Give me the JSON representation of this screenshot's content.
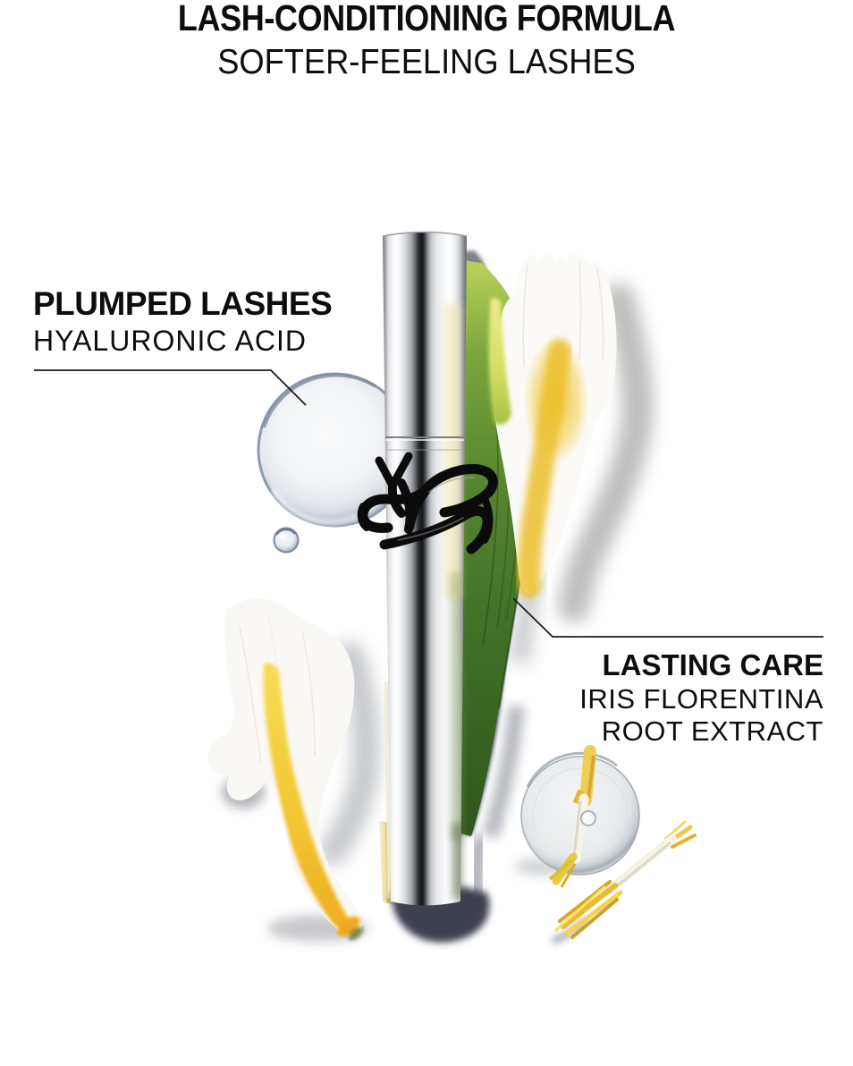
{
  "header": {
    "title": "LASH-CONDITIONING FORMULA",
    "subtitle": "SOFTER-FEELING LASHES"
  },
  "callouts": {
    "left": {
      "title": "PLUMPED LASHES",
      "ingredient": "HYALURONIC ACID"
    },
    "right": {
      "title": "LASTING CARE",
      "ingredient_line1": "IRIS FLORENTINA",
      "ingredient_line2": "ROOT EXTRACT"
    }
  },
  "icons": {
    "brand_monogram": "ysl-cassandre-monogram"
  },
  "colors": {
    "background": "#ffffff",
    "text": "#0d0d0d",
    "callout_line": "#1c1c1c",
    "leaf_green": "#55852f",
    "iris_yellow": "#efc22e",
    "chrome_dark_stripe": "#1d1f22",
    "tube_shadow_slate": "#3d4150",
    "droplet_rim": "#8b99ad"
  }
}
